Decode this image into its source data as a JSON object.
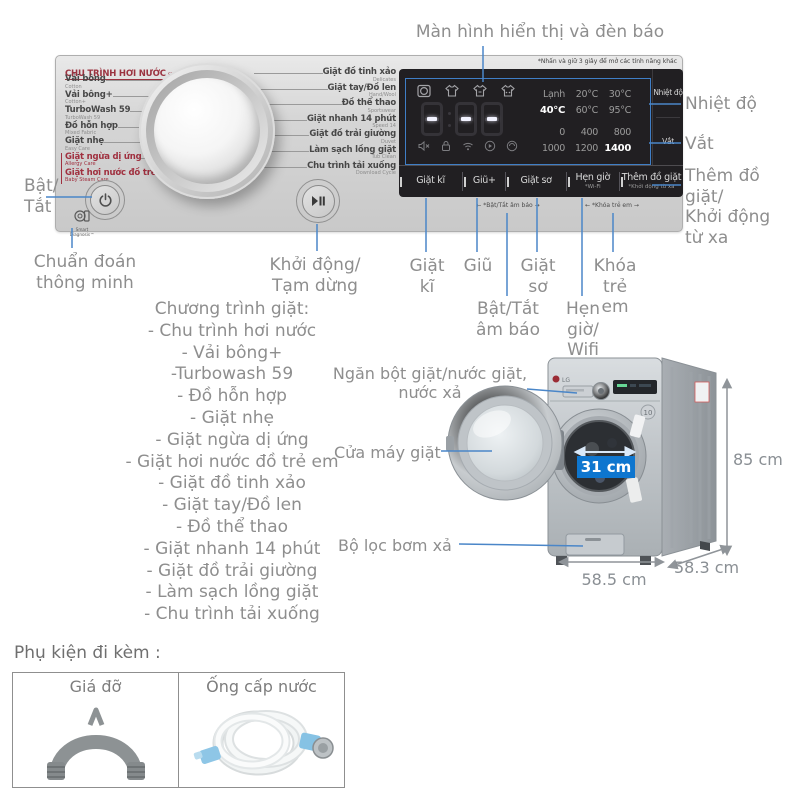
{
  "control_panel": {
    "steam_section": {
      "title": "CHU TRÌNH HƠI NƯỚC",
      "subtitle": "STEAM CYCLE"
    },
    "left_programs": [
      {
        "label": "Vải bông",
        "sub": "Cotton"
      },
      {
        "label": "Vải bông+",
        "sub": "Cotton+"
      },
      {
        "label": "TurboWash 59",
        "sub": "TurboWash 59"
      },
      {
        "label": "Đồ hỗn hợp",
        "sub": "Mixed Fabric"
      },
      {
        "label": "Giặt nhẹ",
        "sub": "Easy Care"
      },
      {
        "label": "Giặt ngừa dị ứng",
        "sub": "Allergy Care"
      },
      {
        "label": "Giặt hơi nước đồ trẻ em",
        "sub": "Baby Steam Care"
      }
    ],
    "right_programs": [
      {
        "label": "Giặt đồ tinh xảo",
        "sub": "Delicates"
      },
      {
        "label": "Giặt tay/Đồ len",
        "sub": "Hand/Wool"
      },
      {
        "label": "Đồ thể thao",
        "sub": "Sportswear"
      },
      {
        "label": "Giặt nhanh 14 phút",
        "sub": "Speed 14"
      },
      {
        "label": "Giặt đồ trải giường",
        "sub": "Duvet"
      },
      {
        "label": "Làm sạch lồng giặt",
        "sub": "Tub Clean"
      },
      {
        "label": "Chu trình tải xuống",
        "sub": "Download Cycle"
      }
    ],
    "smart_diagnosis_label": "Smart Diagnosis™",
    "display": {
      "hold_note": "*Nhấn và giữ 3 giây để mở các tính năng khác",
      "top_icons": [
        "steam-indicator-icon",
        "cotton-shirt-icon",
        "shirt-plus-icon",
        "baby-steam-icon"
      ],
      "bottom_icons": [
        "mute-icon",
        "child-lock-icon",
        "wifi-icon",
        "remote-start-icon",
        "drum-light-icon"
      ],
      "temp_rows": [
        [
          "Lạnh",
          "20°C",
          "30°C"
        ],
        [
          "40°C",
          "60°C",
          "95°C"
        ]
      ],
      "spin_rows": [
        [
          "0",
          "400",
          "800"
        ],
        [
          "1000",
          "1200",
          "1400"
        ]
      ],
      "temp_key": "Nhiệt độ",
      "spin_key": "Vắt",
      "buttons": [
        {
          "label": "Giặt kĩ"
        },
        {
          "label": "Giũ+"
        },
        {
          "label": "Giặt sơ"
        },
        {
          "label": "Hẹn giờ",
          "sub": "*Wi-Fi"
        },
        {
          "label": "Thêm đồ giặt",
          "sub": "*Khởi động từ xa"
        }
      ],
      "combo_notes": [
        "← *Bật/Tắt âm báo →",
        "← *Khóa trẻ em →"
      ]
    }
  },
  "annotations": {
    "display_note": "Màn hình hiển thị và đèn báo",
    "temp": "Nhiệt độ",
    "spin": "Vắt",
    "add_laundry": "Thêm đồ giặt/\nKhởi động\ntừ xa",
    "power": "Bật/\nTắt",
    "smart_diag": "Chuẩn đoán\nthông minh",
    "start_pause": "Khởi động/\nTạm dừng",
    "intensive_wash": "Giặt\nkĩ",
    "rinse": "Giũ",
    "prewash": "Giặt\nsơ",
    "beep": "Bật/Tắt\nâm báo",
    "timer_wifi": "Hẹn giờ/\nWifi",
    "child_lock": "Khóa\ntrẻ em"
  },
  "program_summary": {
    "title": "Chương trình giặt:",
    "items": [
      "- Chu trình hơi nước",
      "- Vải bông+",
      "-Turbowash 59",
      "- Đồ hỗn hợp",
      "- Giặt nhẹ",
      "- Giặt ngừa dị ứng",
      "- Giặt hơi nước đồ trẻ em",
      "- Giặt đồ tinh xảo",
      "- Giặt tay/Đồ len",
      "- Đồ thể thao",
      "- Giặt nhanh 14 phút",
      "- Giặt đồ trải giường",
      "- Làm sạch lồng giặt",
      "- Chu trình tải xuống"
    ]
  },
  "machine": {
    "dispenser_label": "Ngăn bột giặt/nước giặt,\nnước xả",
    "door_label": "Cửa máy giặt",
    "filter_label": "Bộ lọc bơm xả",
    "door_width": "31 cm",
    "height": "85 cm",
    "width": "58.5 cm",
    "depth": "58.3 cm"
  },
  "accessories": {
    "title": "Phụ kiện đi kèm :",
    "items": [
      {
        "name": "Giá đỡ"
      },
      {
        "name": "Ống cấp nước"
      }
    ]
  },
  "colors": {
    "leader_blue": "#4a86c8",
    "display_border_blue": "#3f7ec6",
    "badge_blue": "#0e76cf",
    "steam_red": "#9b3340"
  }
}
